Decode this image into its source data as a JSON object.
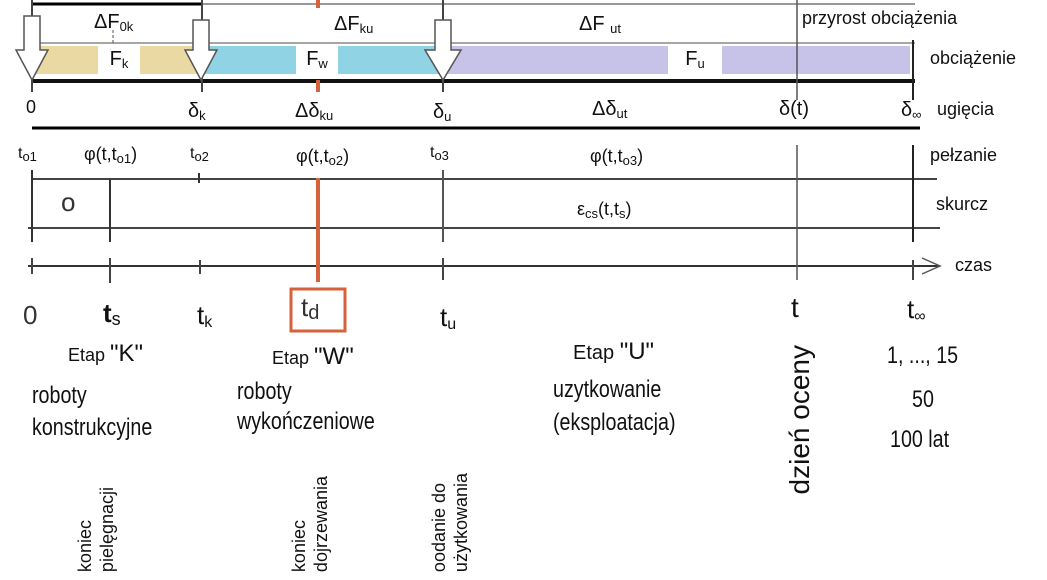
{
  "load_increments": {
    "f0k": {
      "main": "ΔF",
      "sub": "0k"
    },
    "fku": {
      "main": "ΔF",
      "sub": "ku"
    },
    "fut": {
      "main": "ΔF ",
      "sub": "ut"
    },
    "row_label": "przyrost obciążenia"
  },
  "loads": {
    "fk": {
      "main": "F",
      "sub": "k"
    },
    "fw": {
      "main": "F",
      "sub": "w"
    },
    "fu": {
      "main": "F",
      "sub": "u"
    },
    "row_label": "obciążenie"
  },
  "deflections": {
    "zero": "0",
    "dk": {
      "main": "δ",
      "sub": "k"
    },
    "ddku": {
      "main": "Δδ",
      "sub": "ku"
    },
    "du": {
      "main": "δ",
      "sub": "u"
    },
    "ddut": {
      "main": "Δδ",
      "sub": "ut"
    },
    "dt": "δ(t)",
    "dinf": {
      "main": "δ",
      "sub": "∞"
    },
    "row_label": "ugięcia"
  },
  "creep": {
    "to1": {
      "main": "t",
      "sub": "o1"
    },
    "phi1": {
      "main": "φ(t,t",
      "sub": "o1",
      "end": ")"
    },
    "to2": {
      "main": "t",
      "sub": "o2"
    },
    "phi2": {
      "main": "φ(t,t",
      "sub": "o2",
      "end": ")"
    },
    "to3": {
      "main": "t",
      "sub": "o3"
    },
    "phi3": {
      "main": "φ(t,t",
      "sub": "o3",
      "end": ")"
    },
    "row_label": "pełzanie"
  },
  "shrinkage": {
    "o": "o",
    "eps": {
      "main": "ε",
      "sub": "cs",
      "mid": "(t,t",
      "sub2": "s",
      "end": ")"
    },
    "row_label": "skurcz"
  },
  "time_axis": {
    "row_label": "czas",
    "zero": "0",
    "ts": {
      "main": "t",
      "sub": "s"
    },
    "tk": {
      "main": "t",
      "sub": "k"
    },
    "td": {
      "main": "t",
      "sub": "d"
    },
    "tu": {
      "main": "t",
      "sub": "u"
    },
    "t": "t",
    "tinf": {
      "main": "t",
      "sub": "∞"
    }
  },
  "stages": [
    {
      "etap": "Etap ",
      "code": "\"K\"",
      "line1": "roboty",
      "line2": "konstrukcyjne"
    },
    {
      "etap": "Etap ",
      "code": "\"W\"",
      "line1": "roboty",
      "line2": "wykończeniowe"
    },
    {
      "etap": "Etap ",
      "code": "\"U\"",
      "line1": "uzytkowanie",
      "line2": "(eksploatacja)"
    }
  ],
  "assessment_day": "dzień oceny",
  "lifetimes": [
    "1, ..., 15",
    "50",
    "100 lat"
  ],
  "events": [
    {
      "line1": "koniec",
      "line2": "pielęgnacji"
    },
    {
      "line1": "koniec",
      "line2": "dojrzewania"
    },
    {
      "line1": "oodanie do",
      "line2": "użytkowania"
    }
  ],
  "colors": {
    "k": "#ead9a3",
    "w": "#8fd3e4",
    "u": "#c6c2e8",
    "accent": "#d4623a"
  }
}
